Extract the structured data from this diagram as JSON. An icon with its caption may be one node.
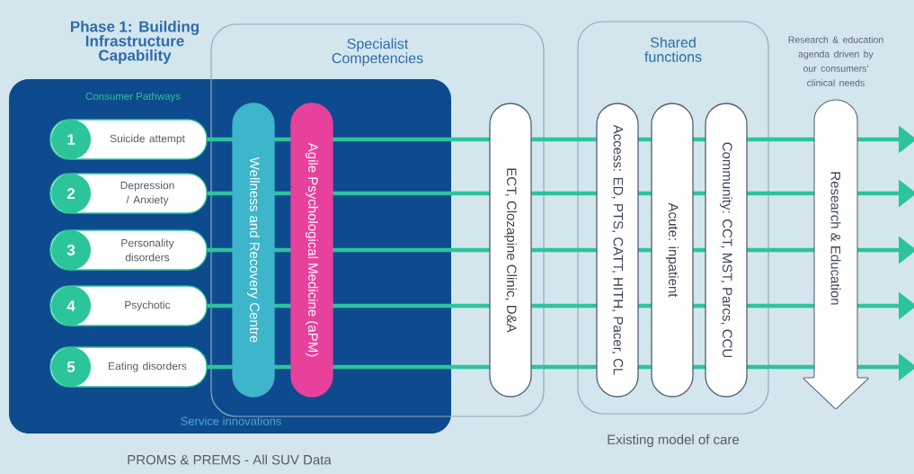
{
  "diagram": {
    "nodes": [
      {
        "text": [
          "Phase 1: Building Infrastructure Capability",
          "Consumer Pathways",
          "Service innovations"
        ]
      },
      {
        "text": [
          "Specialist Competencies"
        ]
      },
      {
        "text": [
          "Shared functions"
        ],
        "beside": [
          "Existing model of care"
        ]
      },
      {
        "text": [
          "1",
          "Suicide attempt"
        ],
        "in": 0
      },
      {
        "text": [
          "2",
          "Depression / Anxiety"
        ],
        "in": 0
      },
      {
        "text": [
          "3",
          "Personality disorders"
        ],
        "in": 0
      },
      {
        "text": [
          "4",
          "Psychotic"
        ],
        "in": 0
      },
      {
        "text": [
          "5",
          "Eating disorders"
        ],
        "in": 0
      },
      {
        "text": [
          "Wellness and Recovery Centre"
        ]
      },
      {
        "text": [
          "Agile Psychological Medicine (aPM)"
        ]
      },
      {
        "text": [
          "ECT, Clozapine Clinic, D&A"
        ],
        "in": 1
      },
      {
        "text": [
          "Access: ED, PTS, CATT, HITH, Pacer, CL"
        ],
        "in": 2
      },
      {
        "text": [
          "Acute: inpatient"
        ],
        "in": 2
      },
      {
        "text": [
          "Community: CCT, MST, Parcs, CCU"
        ],
        "in": 2
      },
      {
        "text": [
          "Research & Education"
        ],
        "beside": [
          "Research & education agenda driven by our consumers' clinical needs"
        ]
      }
    ],
    "edges": [
      {
        "from": 3,
        "to": null,
        "arrow": "to"
      },
      {
        "from": 4,
        "to": null,
        "arrow": "to"
      },
      {
        "from": 5,
        "to": null,
        "arrow": "to"
      },
      {
        "from": 6,
        "to": null,
        "arrow": "to"
      },
      {
        "from": 7,
        "to": null,
        "arrow": "to"
      }
    ],
    "labels": [
      "PROMS & PREMS - All SUV Data"
    ]
  }
}
